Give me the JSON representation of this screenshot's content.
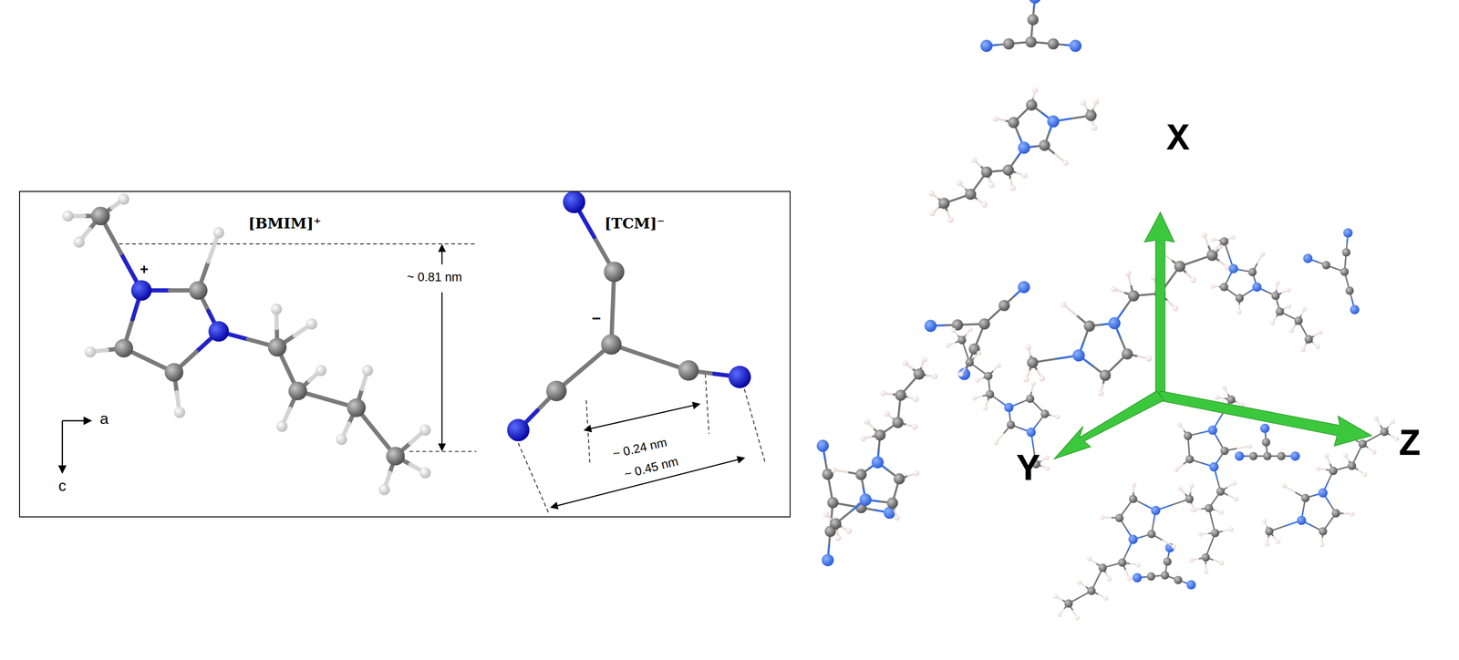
{
  "diagram": {
    "nodes": [
      {
        "text": [
          "[BMIM]⁺",
          "+",
          "~ 0.81 nm",
          "a",
          "c",
          "[TCM]⁻",
          "−",
          "~ 0.24 nm",
          "~ 0.45 nm"
        ]
      }
    ],
    "labels": [
      "X",
      "Y",
      "Z"
    ]
  }
}
